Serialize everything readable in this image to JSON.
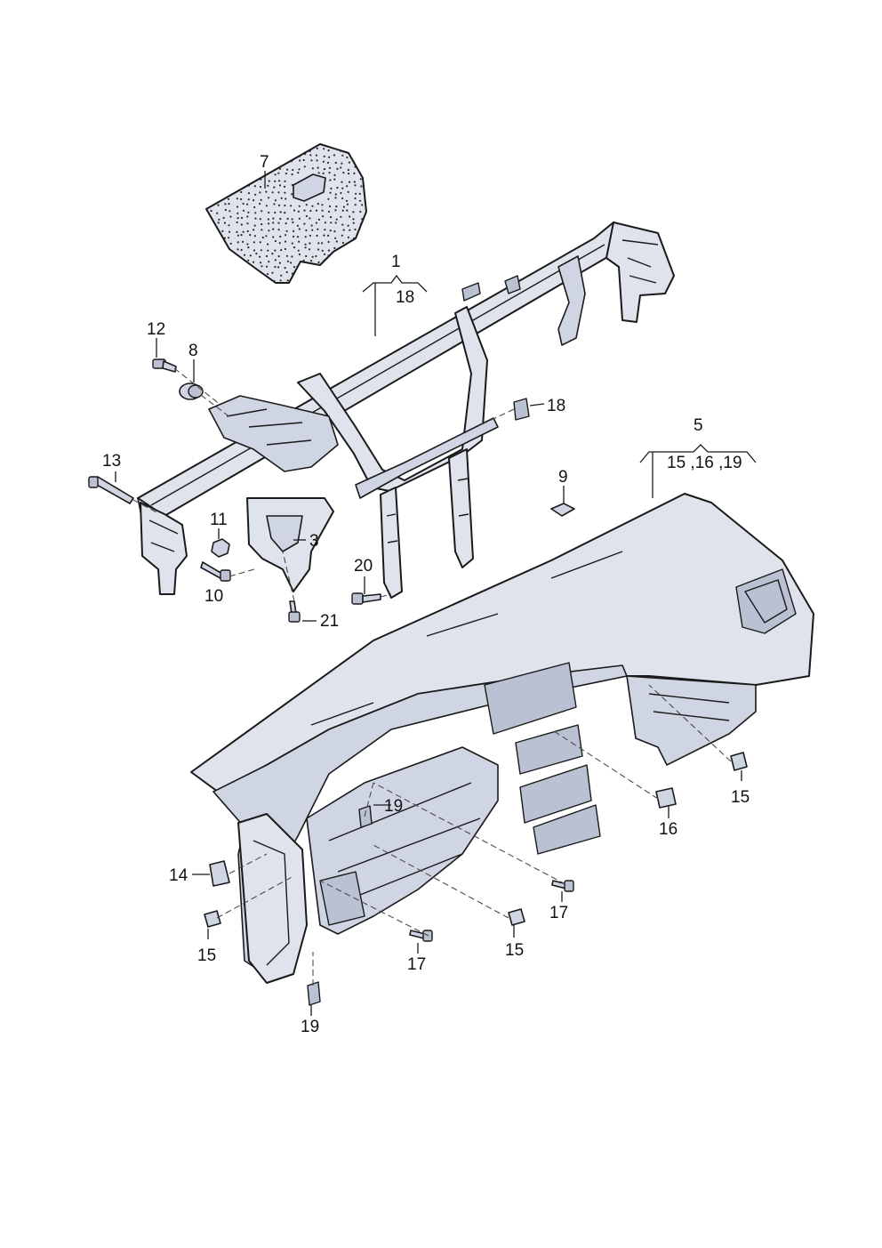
{
  "callouts": {
    "c1": "1",
    "c1_sub": "18",
    "c3": "3",
    "c5": "5",
    "c5_sub": "15 ,16 ,19",
    "c7": "7",
    "c8": "8",
    "c9": "9",
    "c10": "10",
    "c11": "11",
    "c12": "12",
    "c13": "13",
    "c14": "14",
    "c15a": "15",
    "c15b": "15",
    "c15c": "15",
    "c16": "16",
    "c17a": "17",
    "c17b": "17",
    "c18": "18",
    "c19a": "19",
    "c19b": "19",
    "c20": "20",
    "c21": "21"
  },
  "colors": {
    "part": "#dfe3ec",
    "part_shade": "#cfd5e2",
    "part_dark": "#b9c1d2",
    "line": "#1a1a1a"
  }
}
